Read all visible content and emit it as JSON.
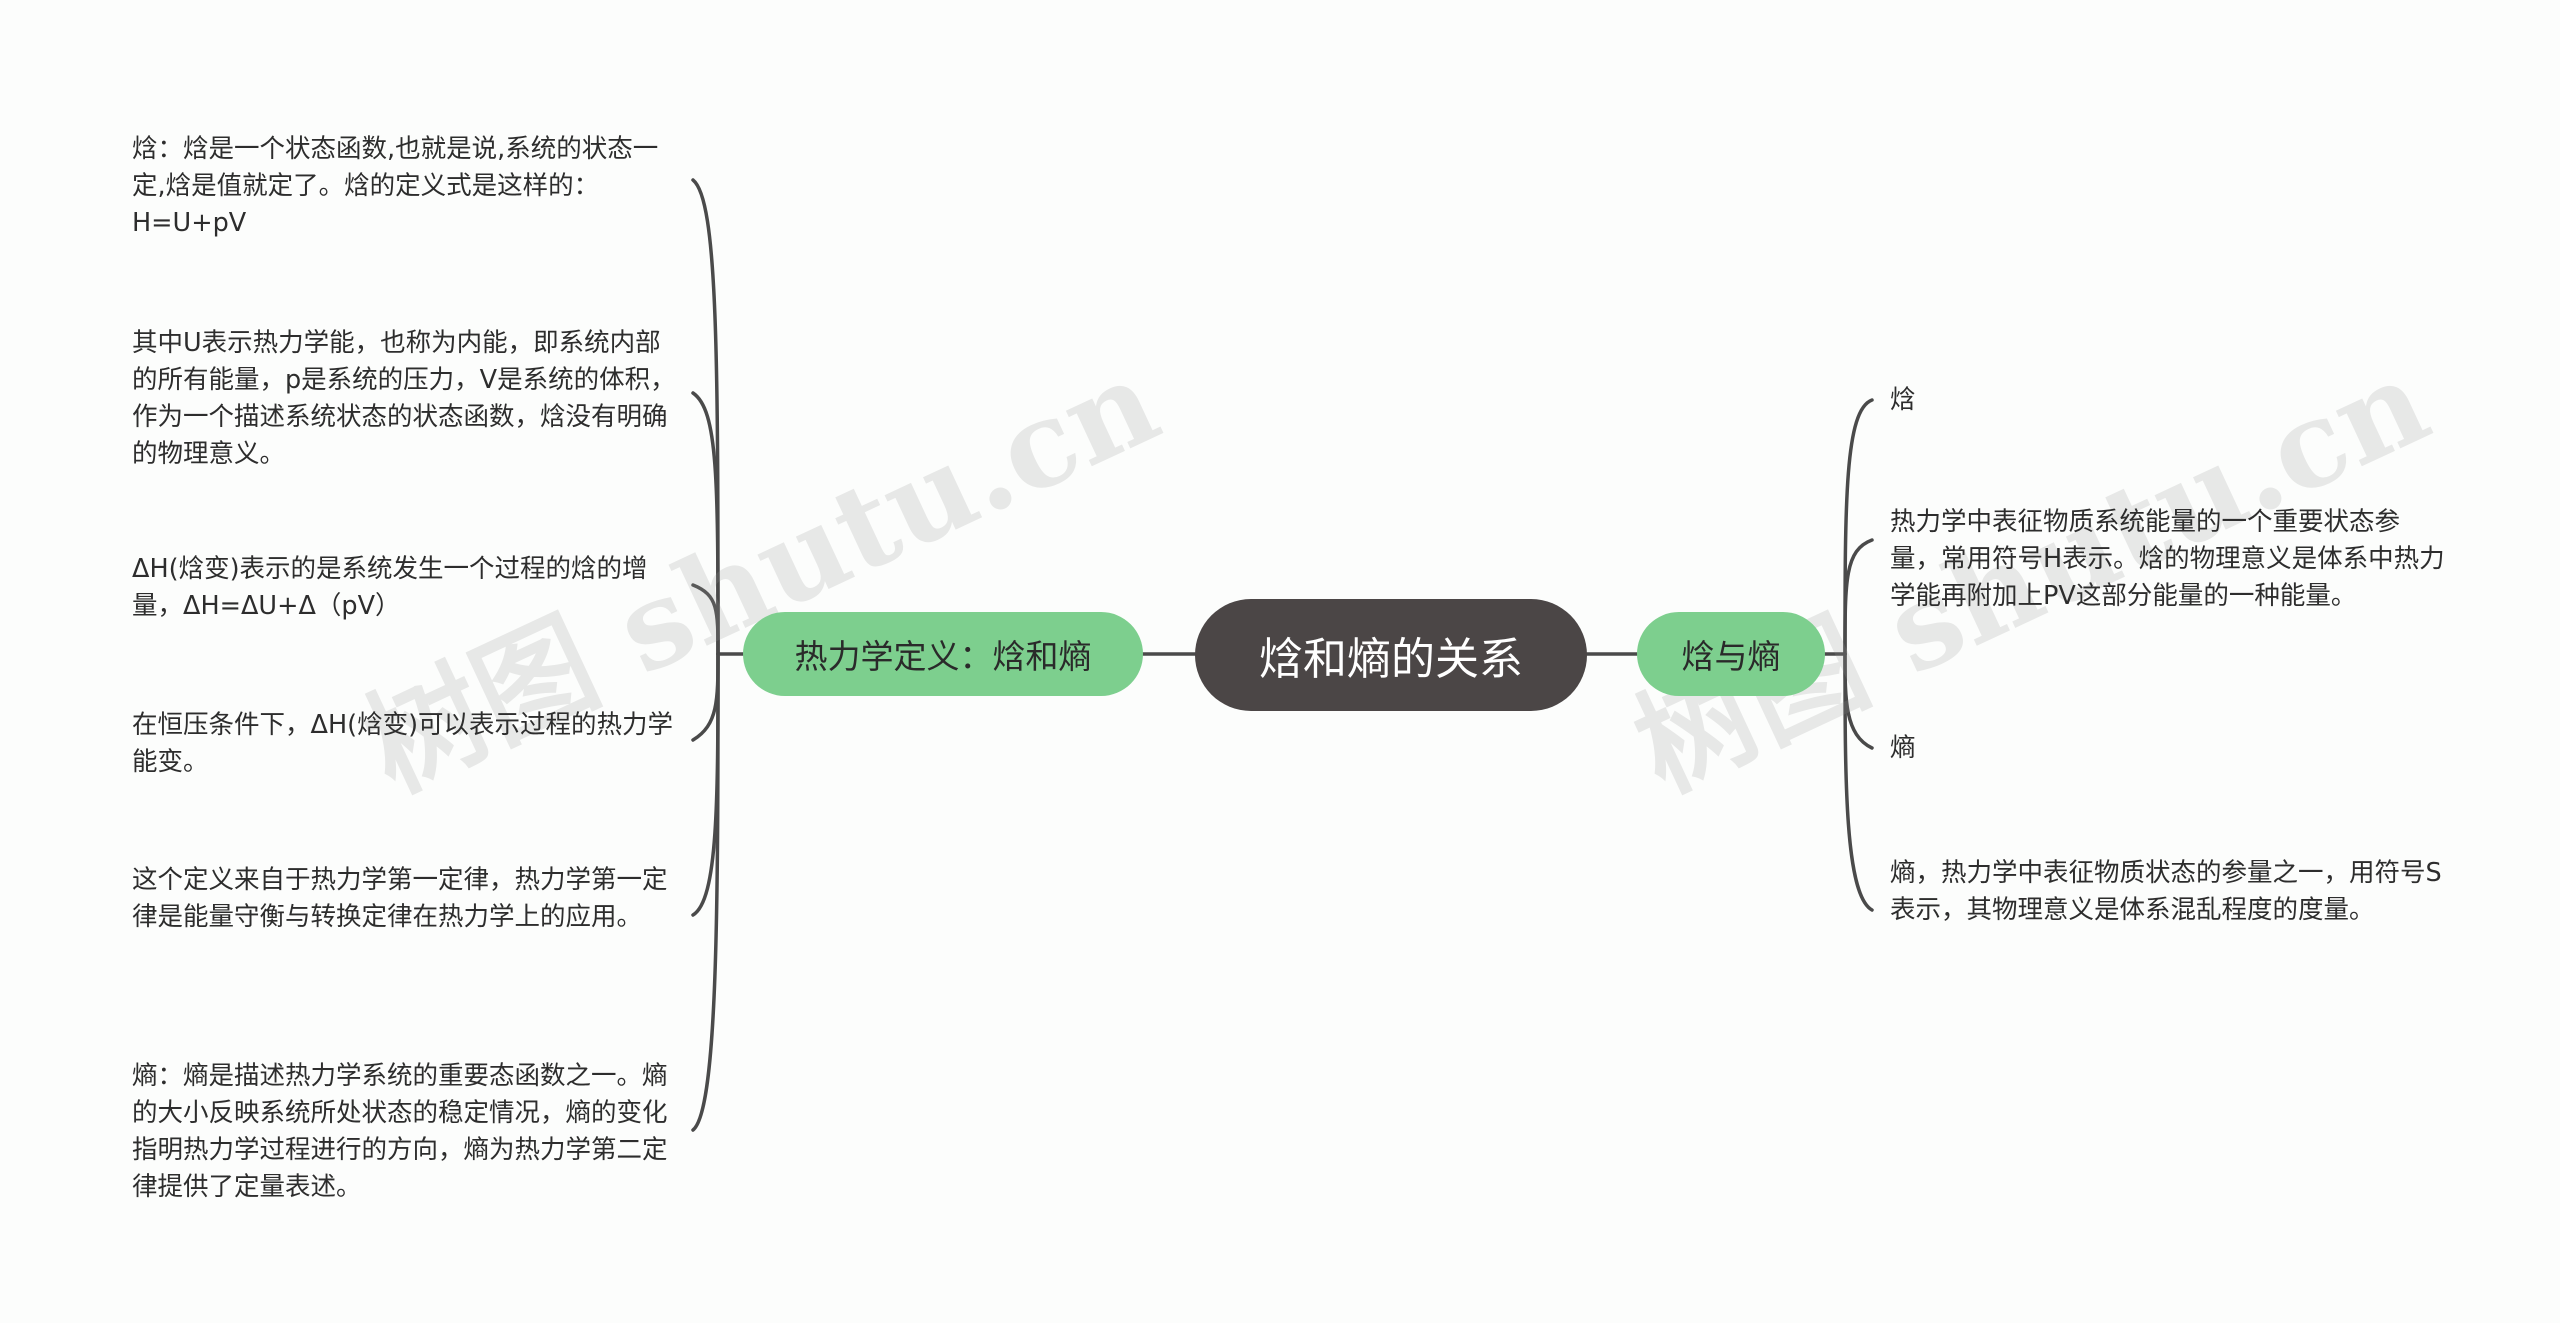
{
  "root": {
    "label": "焓和熵的关系"
  },
  "branches": {
    "left": {
      "label": "热力学定义：焓和熵",
      "items": [
        "焓：焓是一个状态函数,也就是说,系统的状态一定,焓是值就定了。焓的定义式是这样的：H=U+pV",
        "其中U表示热力学能，也称为内能，即系统内部的所有能量，p是系统的压力，V是系统的体积，作为一个描述系统状态的状态函数，焓没有明确的物理意义。",
        "ΔH(焓变)表示的是系统发生一个过程的焓的增量，ΔH=ΔU+Δ（pV）",
        "在恒压条件下，ΔH(焓变)可以表示过程的热力学能变。",
        "这个定义来自于热力学第一定律，热力学第一定律是能量守衡与转换定律在热力学上的应用。",
        "熵：熵是描述热力学系统的重要态函数之一。熵的大小反映系统所处状态的稳定情况，熵的变化指明热力学过程进行的方向，熵为热力学第二定律提供了定量表述。"
      ]
    },
    "right": {
      "label": "焓与熵",
      "items": [
        "焓",
        "热力学中表征物质系统能量的一个重要状态参量，常用符号H表示。焓的物理意义是体系中热力学能再附加上PV这部分能量的一种能量。",
        "熵",
        "熵，热力学中表征物质状态的参量之一，用符号S表示，其物理意义是体系混乱程度的度量。"
      ]
    }
  },
  "watermark": "树图 shutu.cn",
  "colors": {
    "root_bg": "#4b4646",
    "branch_bg": "#7dcf8e",
    "line": "#4a4a4a"
  }
}
